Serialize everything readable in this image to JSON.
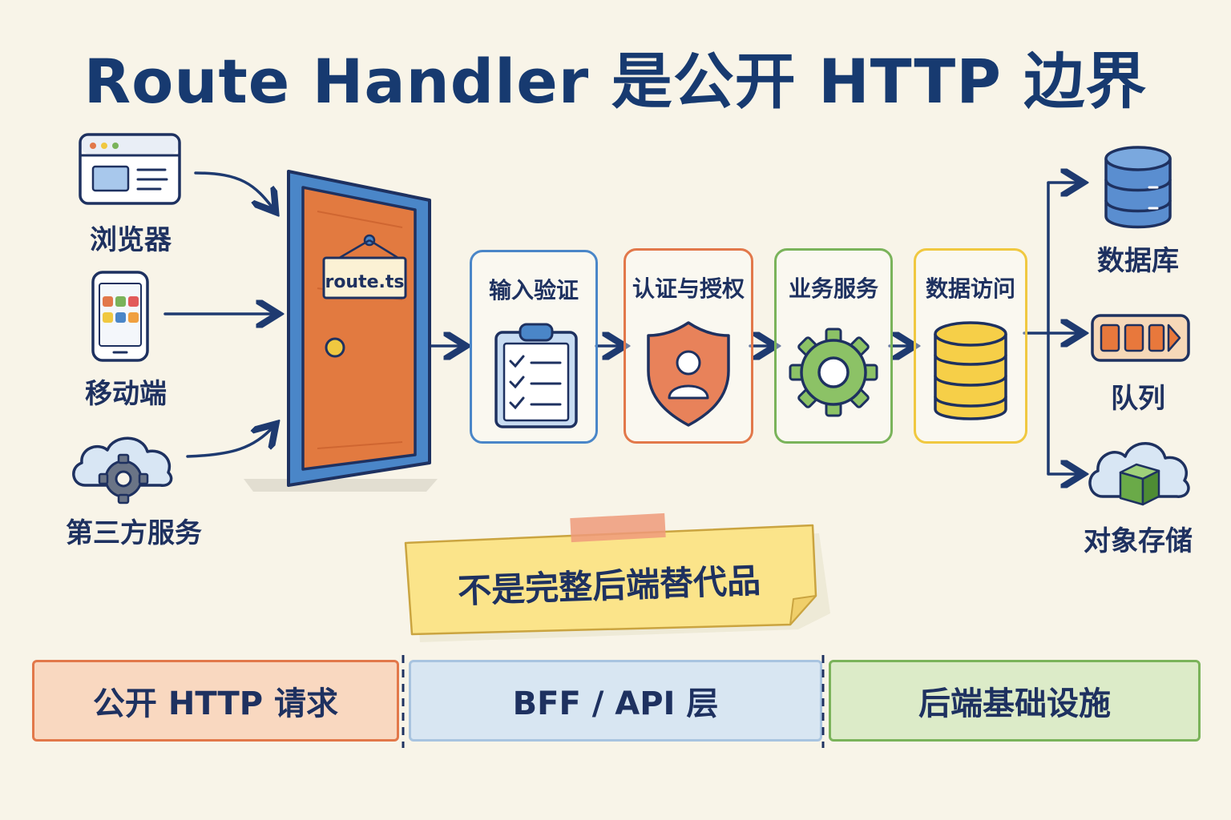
{
  "title": "Route Handler 是公开 HTTP 边界",
  "clients": [
    {
      "label": "浏览器",
      "icon": "browser-icon"
    },
    {
      "label": "移动端",
      "icon": "mobile-phone-icon"
    },
    {
      "label": "第三方服务",
      "icon": "cloud-gear-icon"
    }
  ],
  "door": {
    "sign": "route.ts",
    "icon": "door-icon"
  },
  "steps": [
    {
      "label": "输入验证",
      "icon": "clipboard-checklist-icon",
      "color": "#4a86c8"
    },
    {
      "label": "认证与授权",
      "icon": "shield-user-icon",
      "color": "#e2784a"
    },
    {
      "label": "业务服务",
      "icon": "gear-icon",
      "color": "#7ab35a"
    },
    {
      "label": "数据访问",
      "icon": "database-icon",
      "color": "#f0c840"
    }
  ],
  "backends": [
    {
      "label": "数据库",
      "icon": "database-icon"
    },
    {
      "label": "队列",
      "icon": "queue-icon"
    },
    {
      "label": "对象存储",
      "icon": "cloud-storage-icon"
    }
  ],
  "note": {
    "text": "不是完整后端替代品"
  },
  "bands": [
    {
      "label": "公开 HTTP 请求",
      "color": "#f9d8c0",
      "border": "#e2784a"
    },
    {
      "label": "BFF / API 层",
      "color": "#d8e6f2",
      "border": "#4a86c8"
    },
    {
      "label": "后端基础设施",
      "color": "#dcebc8",
      "border": "#7ab35a"
    }
  ]
}
